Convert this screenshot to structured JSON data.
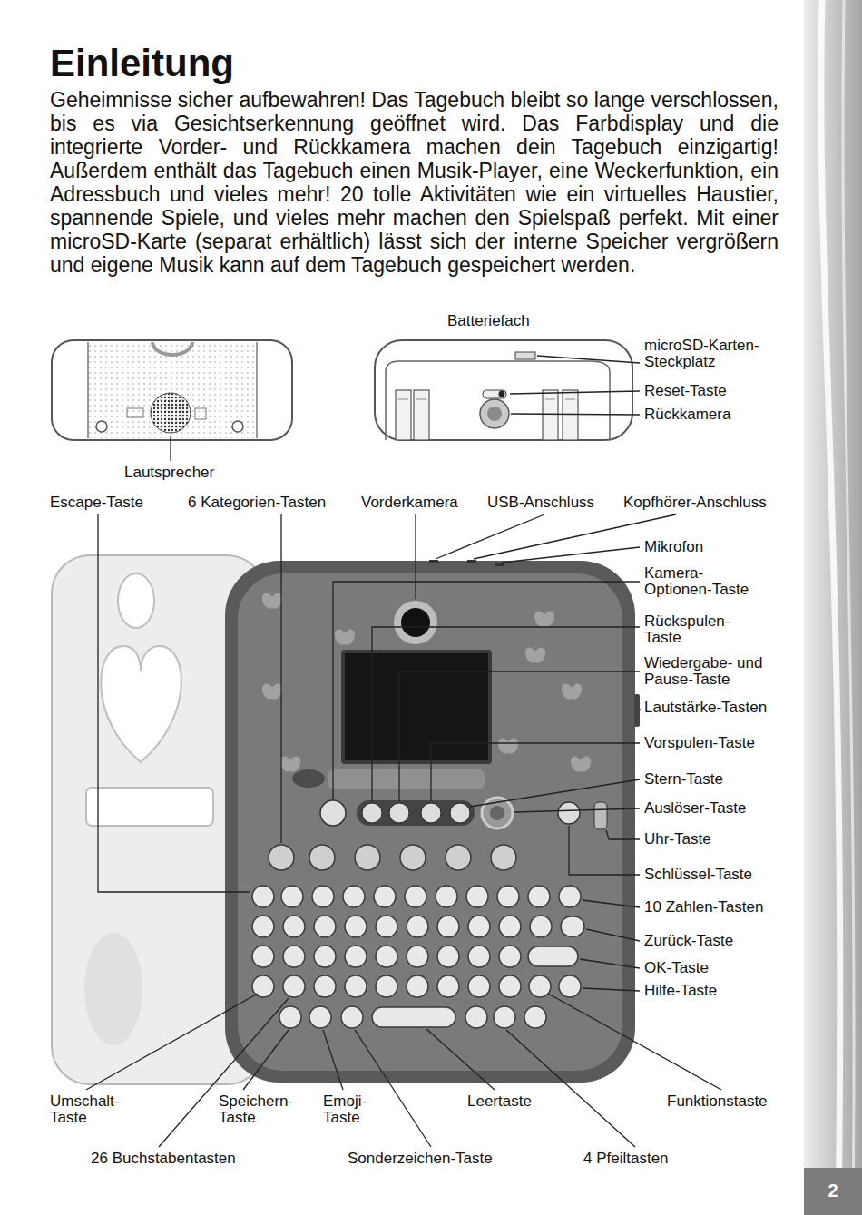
{
  "diagram": {
    "title": "Einleitung",
    "labels": [
      "Geheimnisse sicher aufbewahren! Das Tagebuch bleibt so lange verschlossen, bis es via Gesichtserkennung geöffnet wird. Das Farbdisplay und die integrierte Vorder- und Rückkamera machen dein Tagebuch einzigartig! Außerdem enthält das Tagebuch einen Musik-Player, eine Weckerfunktion, ein Adressbuch und vieles mehr! 20 tolle Aktivitäten wie ein virtuelles Haustier, spannende Spiele, und vieles mehr machen den Spielspaß perfekt. Mit einer microSD-Karte (separat erhältlich) lässt sich der interne Speicher vergrößern und eigene Musik kann auf dem Tagebuch gespeichert werden.",
      "Batteriefach",
      "microSD-Karten-Steckplatz",
      "Reset-Taste",
      "Rückkamera",
      "Lautsprecher",
      "Escape-Taste",
      "6 Kategorien-Tasten",
      "Vorderkamera",
      "USB-Anschluss",
      "Kopfhörer-Anschluss",
      "Mikrofon",
      "Kamera-Optionen-Taste",
      "Rückspulen-Taste",
      "Wiedergabe- und Pause-Taste",
      "Lautstärke-Tasten",
      "Vorspulen-Taste",
      "Stern-Taste",
      "Auslöser-Taste",
      "Uhr-Taste",
      "Schlüssel-Taste",
      "10 Zahlen-Tasten",
      "Zurück-Taste",
      "OK-Taste",
      "Hilfe-Taste",
      "Umschalt-Taste",
      "Speichern-Taste",
      "Emoji-Taste",
      "Leertaste",
      "Funktionstaste",
      "26 Buchstabentasten",
      "Sonderzeichen-Taste",
      "4 Pfeiltasten",
      "2"
    ]
  }
}
